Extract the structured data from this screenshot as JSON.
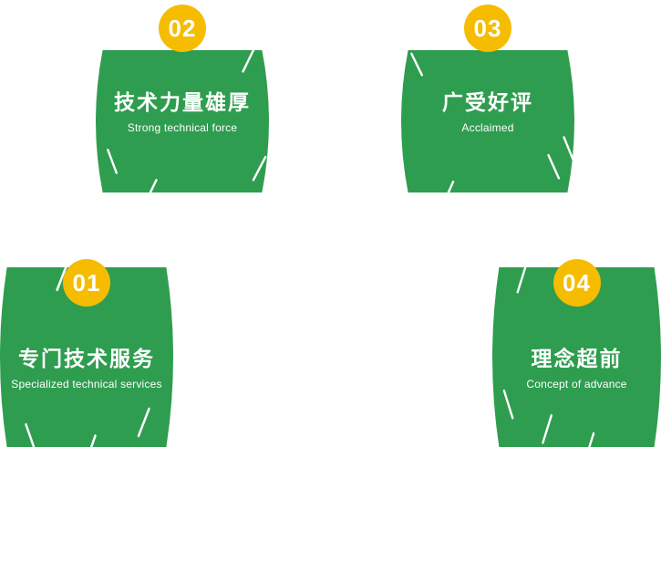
{
  "colors": {
    "green": "#2f9d4f",
    "yellow": "#f5bc00",
    "text": "#ffffff",
    "background": "#ffffff"
  },
  "cards": [
    {
      "number": "01",
      "title": "专门技术服务",
      "subtitle": "Specialized technical services"
    },
    {
      "number": "02",
      "title": "技术力量雄厚",
      "subtitle": "Strong technical force"
    },
    {
      "number": "03",
      "title": "广受好评",
      "subtitle": "Acclaimed"
    },
    {
      "number": "04",
      "title": "理念超前",
      "subtitle": "Concept of advance"
    }
  ]
}
